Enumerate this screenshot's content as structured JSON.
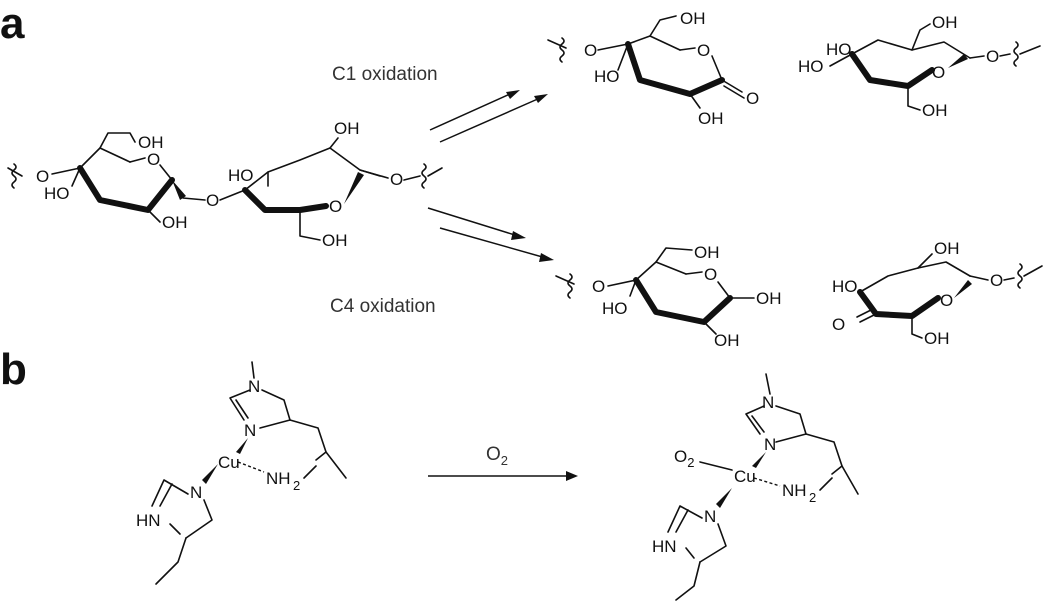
{
  "panels": {
    "a": {
      "label": "a"
    },
    "b": {
      "label": "b"
    }
  },
  "panel_a": {
    "conditions": {
      "top": "C1 oxidation",
      "bottom": "C4 oxidation"
    },
    "cellobiose": {
      "left_ring": {
        "oh_top": "OH",
        "ho_left": "HO",
        "oh_bottom": "OH",
        "o_left": "O",
        "o_ring": "O",
        "o_link": "O"
      },
      "right_ring": {
        "ho_left": "HO",
        "oh_top": "OH",
        "o_ring": "O",
        "o_right": "O",
        "oh_bottom": "OH"
      }
    },
    "c1_product": {
      "lactone": {
        "o_left": "O",
        "oh_top": "OH",
        "ho_left": "HO",
        "o_ring": "O",
        "o_carbonyl": "O",
        "oh_bottom": "OH"
      },
      "glucose": {
        "oh_top": "OH",
        "ho_upper": "HO",
        "ho_lower": "HO",
        "o_ring": "O",
        "o_right": "O",
        "oh_bottom": "OH"
      }
    },
    "c4_product": {
      "glucose": {
        "o_left": "O",
        "oh_top": "OH",
        "ho_left": "HO",
        "o_ring": "O",
        "oh_right": "OH",
        "oh_bottom": "OH"
      },
      "ketone": {
        "oh_top": "OH",
        "ho_left": "HO",
        "o_ketone": "O",
        "o_ring": "O",
        "o_right": "O",
        "oh_bottom": "OH"
      }
    }
  },
  "panel_b": {
    "reagent": "O",
    "reagent_subscript": "2",
    "reactant": {
      "n_methyl": "N",
      "n_coord": "N",
      "metal": "Cu",
      "amine": "NH",
      "amine_subscript": "2",
      "n_his": "N",
      "hn_his": "HN"
    },
    "product": {
      "n_methyl": "N",
      "n_coord": "N",
      "metal": "Cu",
      "amine": "NH",
      "amine_subscript": "2",
      "n_his": "N",
      "hn_his": "HN",
      "o2_label": "O",
      "o2_subscript": "2"
    }
  }
}
